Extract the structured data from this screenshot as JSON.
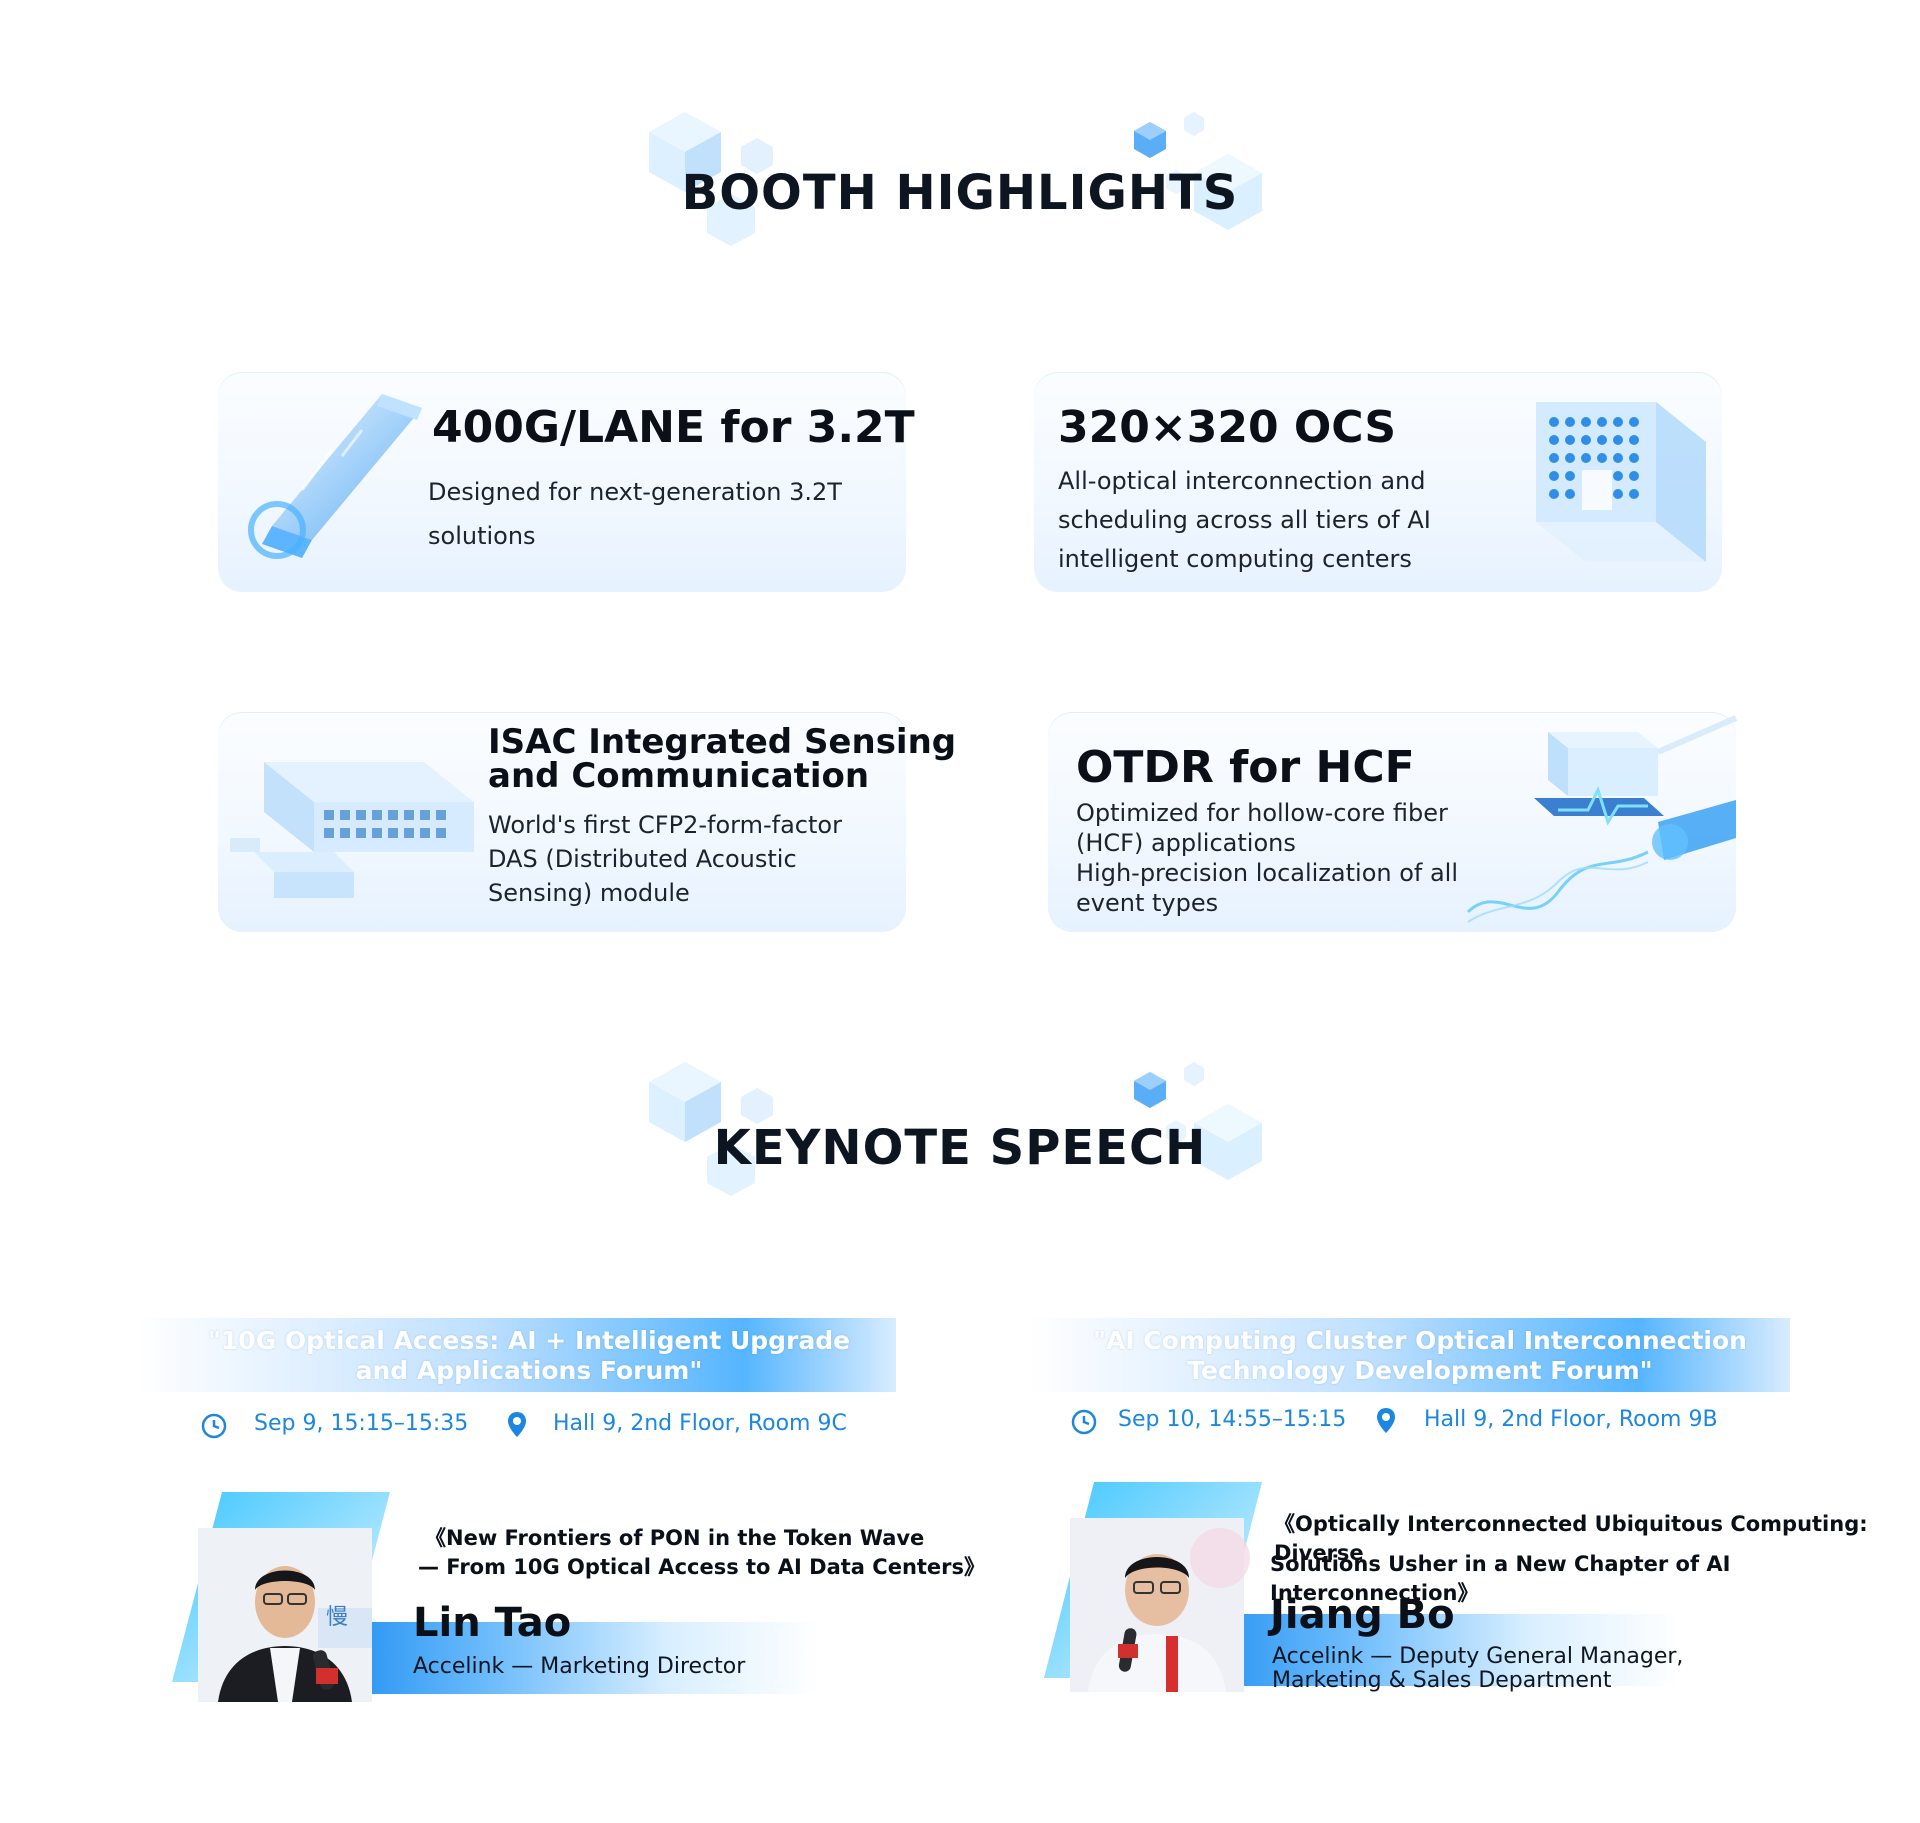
{
  "booth": {
    "title": "BOOTH HIGHLIGHTS",
    "cards": [
      {
        "title": "400G/LANE for 3.2T",
        "desc": "Designed for next-generation 3.2T solutions"
      },
      {
        "title": "320×320 OCS",
        "desc": "All-optical interconnection and scheduling across all tiers of AI intelligent computing centers"
      },
      {
        "title_line1": "ISAC Integrated Sensing",
        "title_line2": "and Communication",
        "desc": "World's first CFP2-form-factor DAS (Distributed Acoustic Sensing) module"
      },
      {
        "title": "OTDR for HCF",
        "desc_line1": "Optimized for hollow-core fiber (HCF) applications",
        "desc_line2": "High-precision localization of all event types"
      }
    ]
  },
  "keynote": {
    "title": "KEYNOTE SPEECH",
    "sessions": [
      {
        "forum_line1": "\"10G Optical Access: AI + Intelligent Upgrade",
        "forum_line2": "and Applications Forum\"",
        "time": "Sep 9, 15:15–15:35",
        "location": "Hall 9, 2nd Floor, Room 9C",
        "talk_line1": "《New Frontiers of PON in the Token Wave",
        "talk_line2": "— From 10G Optical Access to AI Data Centers》",
        "speaker": "Lin Tao",
        "role": "Accelink — Marketing Director",
        "avatar_caption": "慢"
      },
      {
        "forum_line1": "\"AI Computing Cluster Optical Interconnection",
        "forum_line2": "Technology Development Forum\"",
        "time": "Sep 10, 14:55–15:15",
        "location": "Hall 9, 2nd Floor, Room 9B",
        "talk_line1": "《Optically Interconnected Ubiquitous Computing: Diverse",
        "talk_line2": "Solutions Usher in a New Chapter of AI Interconnection》",
        "speaker": "Jiang Bo",
        "role_line1": "Accelink — Deputy General Manager,",
        "role_line2": "Marketing & Sales Department"
      }
    ]
  },
  "icons": {
    "clock": "clock-icon",
    "location": "location-pin-icon"
  },
  "colors": {
    "accent": "#1c87e0",
    "band_blue": "#1a8cf0",
    "title_dark": "#0c1520"
  }
}
